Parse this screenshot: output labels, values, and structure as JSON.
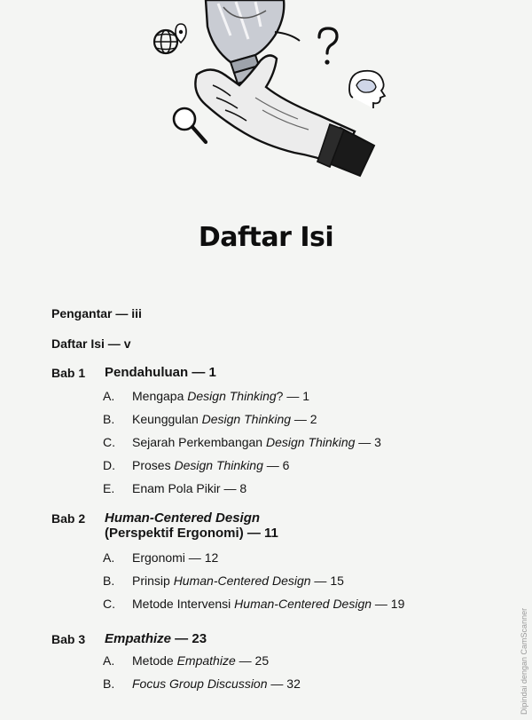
{
  "title": "Daftar Isi",
  "front_matter": [
    {
      "label": "Pengantar — iii"
    },
    {
      "label": "Daftar Isi — v"
    }
  ],
  "chapters": [
    {
      "label": "Bab 1",
      "title_lines": [
        [
          {
            "t": "Pendahuluan — 1",
            "i": false
          }
        ]
      ],
      "entries": [
        {
          "letter": "A.",
          "parts": [
            {
              "t": "Mengapa ",
              "i": false
            },
            {
              "t": "Design Thinking",
              "i": true
            },
            {
              "t": "? — 1",
              "i": false
            }
          ]
        },
        {
          "letter": "B.",
          "parts": [
            {
              "t": "Keunggulan ",
              "i": false
            },
            {
              "t": "Design Thinking",
              "i": true
            },
            {
              "t": " — 2",
              "i": false
            }
          ]
        },
        {
          "letter": "C.",
          "parts": [
            {
              "t": "Sejarah Perkembangan ",
              "i": false
            },
            {
              "t": "Design Thinking",
              "i": true
            },
            {
              "t": " — 3",
              "i": false
            }
          ]
        },
        {
          "letter": "D.",
          "parts": [
            {
              "t": "Proses ",
              "i": false
            },
            {
              "t": "Design Thinking",
              "i": true
            },
            {
              "t": " — 6",
              "i": false
            }
          ]
        },
        {
          "letter": "E.",
          "parts": [
            {
              "t": "Enam Pola Pikir — 8",
              "i": false
            }
          ]
        }
      ]
    },
    {
      "label": "Bab 2",
      "title_lines": [
        [
          {
            "t": "Human-Centered Design",
            "i": true
          }
        ],
        [
          {
            "t": "(Perspektif Ergonomi) — 11",
            "i": false
          }
        ]
      ],
      "entries": [
        {
          "letter": "A.",
          "parts": [
            {
              "t": "Ergonomi — 12",
              "i": false
            }
          ]
        },
        {
          "letter": "B.",
          "parts": [
            {
              "t": "Prinsip ",
              "i": false
            },
            {
              "t": "Human-Centered Design",
              "i": true
            },
            {
              "t": " — 15",
              "i": false
            }
          ]
        },
        {
          "letter": "C.",
          "parts": [
            {
              "t": "Metode Intervensi ",
              "i": false
            },
            {
              "t": "Human-Centered Design",
              "i": true
            },
            {
              "t": " — 19",
              "i": false
            }
          ]
        }
      ]
    },
    {
      "label": "Bab 3",
      "title_lines": [
        [
          {
            "t": "Empathize",
            "i": true
          },
          {
            "t": " — 23",
            "i": false
          }
        ]
      ],
      "entries": [
        {
          "letter": "A.",
          "parts": [
            {
              "t": "Metode ",
              "i": false
            },
            {
              "t": "Empathize",
              "i": true
            },
            {
              "t": " — 25",
              "i": false
            }
          ]
        },
        {
          "letter": "B.",
          "parts": [
            {
              "t": "Focus Group Discussion",
              "i": true
            },
            {
              "t": " — 32",
              "i": false
            }
          ]
        }
      ]
    }
  ],
  "watermark": "Dipindai dengan CamScanner",
  "illustration": {
    "icons": [
      "globe-icon",
      "lightbulb-icon",
      "hand-icon",
      "question-mark-icon",
      "brain-head-icon",
      "magnifier-icon"
    ]
  },
  "colors": {
    "background": "#f4f5f3",
    "text": "#141414",
    "watermark": "#9a9a9a"
  }
}
